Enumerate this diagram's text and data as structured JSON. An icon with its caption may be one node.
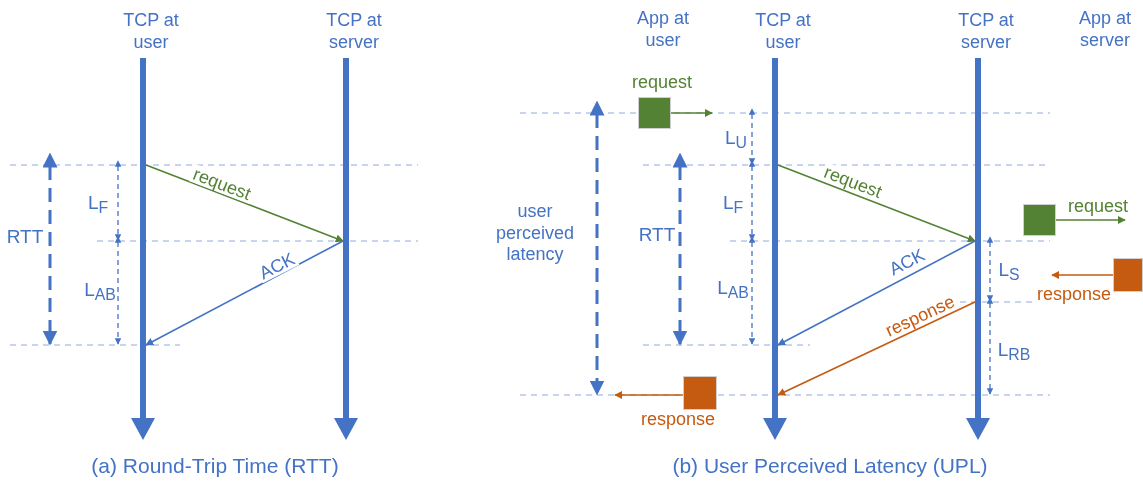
{
  "diagram": {
    "nodes": [
      {
        "text": [
          "TCP at user"
        ]
      },
      {
        "text": [
          "TCP at server"
        ]
      },
      {
        "text": [
          "TCP at user"
        ]
      },
      {
        "text": [
          "TCP at server"
        ]
      },
      {
        "text": [],
        "shape": "box",
        "beside": [
          "request"
        ]
      },
      {
        "text": [],
        "shape": "box"
      },
      {
        "text": [],
        "shape": "box"
      },
      {
        "text": [],
        "shape": "box",
        "beside": [
          "response"
        ]
      }
    ],
    "edges": [
      {
        "from": 0,
        "to": 1,
        "arrow": "to",
        "label": "request",
        "color": "#548235"
      },
      {
        "from": 1,
        "to": 0,
        "arrow": "to",
        "label": "ACK",
        "color": "#4472c4"
      },
      {
        "from": 4,
        "to": null,
        "arrow": "to",
        "color": "#548235"
      },
      {
        "from": 2,
        "to": 3,
        "arrow": "to",
        "label": "request",
        "color": "#548235"
      },
      {
        "from": 3,
        "to": 2,
        "arrow": "to",
        "label": "ACK",
        "color": "#4472c4"
      },
      {
        "from": 5,
        "to": null,
        "arrow": "to",
        "label": "request",
        "color": "#548235"
      },
      {
        "from": 6,
        "to": null,
        "arrow": "to",
        "label": "response",
        "color": "#c55a11"
      },
      {
        "from": 3,
        "to": 2,
        "arrow": "to",
        "label": "response",
        "color": "#c55a11"
      },
      {
        "from": 7,
        "to": null,
        "arrow": "to",
        "color": "#c55a11"
      }
    ],
    "labels": [
      "App at user",
      "App at server",
      "RTT",
      "L$_{F}$",
      "L$_{AB}$",
      "(a) Round-Trip Time (RTT)",
      "user perceived latency",
      "L$_{U}$",
      "RTT",
      "L$_{F}$",
      "L$_{AB}$",
      "L$_{S}$",
      "L$_{RB}$",
      "(b) User Perceived Latency (UPL)"
    ]
  }
}
